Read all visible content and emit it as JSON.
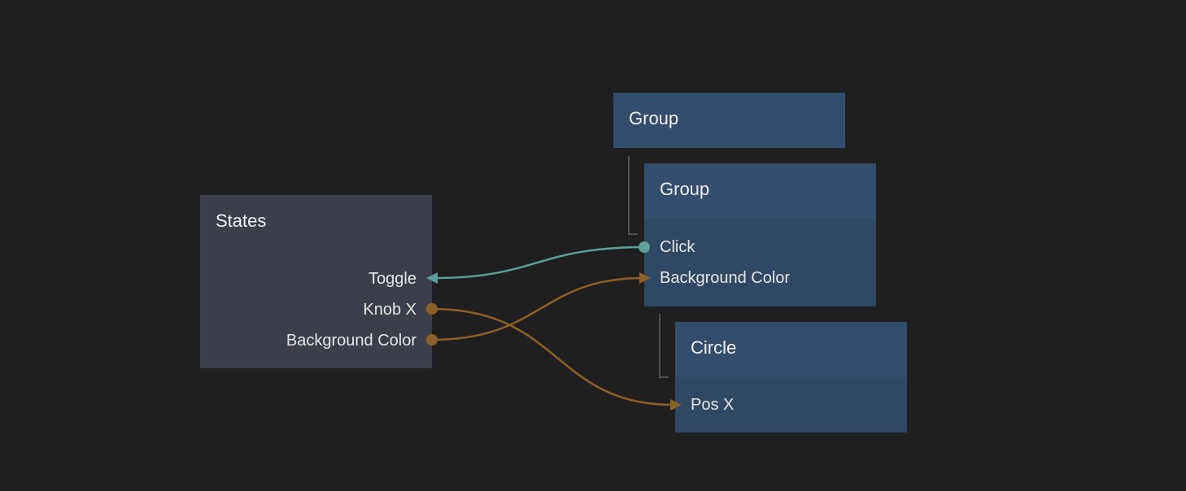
{
  "colors": {
    "background": "#1f1f1f",
    "states_node": "#3c3f49",
    "component_node": "#334e6d",
    "signal_wire": "#5f9e9a",
    "value_wire": "#8c6128",
    "hierarchy_line": "#505050"
  },
  "nodes": {
    "states": {
      "title": "States",
      "ports": {
        "toggle": "Toggle",
        "knob_x": "Knob X",
        "background_color": "Background Color"
      }
    },
    "group_outer": {
      "title": "Group"
    },
    "group_inner": {
      "title": "Group",
      "ports": {
        "click": "Click",
        "background_color": "Background Color"
      }
    },
    "circle": {
      "title": "Circle",
      "ports": {
        "pos_x": "Pos X"
      }
    }
  },
  "connections": [
    {
      "from": "group_inner.click",
      "to": "states.toggle",
      "type": "signal"
    },
    {
      "from": "states.background_color",
      "to": "group_inner.background_color",
      "type": "value"
    },
    {
      "from": "states.knob_x",
      "to": "circle.pos_x",
      "type": "value"
    }
  ]
}
